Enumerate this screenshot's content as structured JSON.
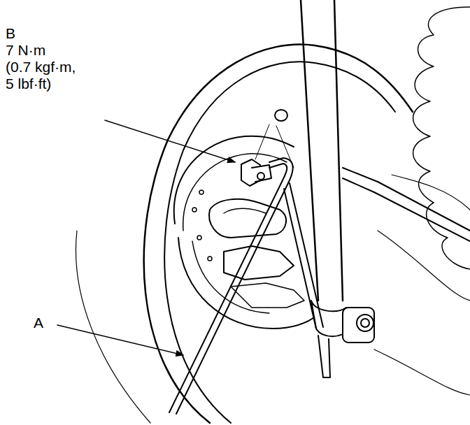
{
  "diagram": {
    "labels": [
      "B",
      "7 N·m",
      "(0.7 kgf·m,",
      "5 lbf·ft)",
      "A"
    ]
  }
}
